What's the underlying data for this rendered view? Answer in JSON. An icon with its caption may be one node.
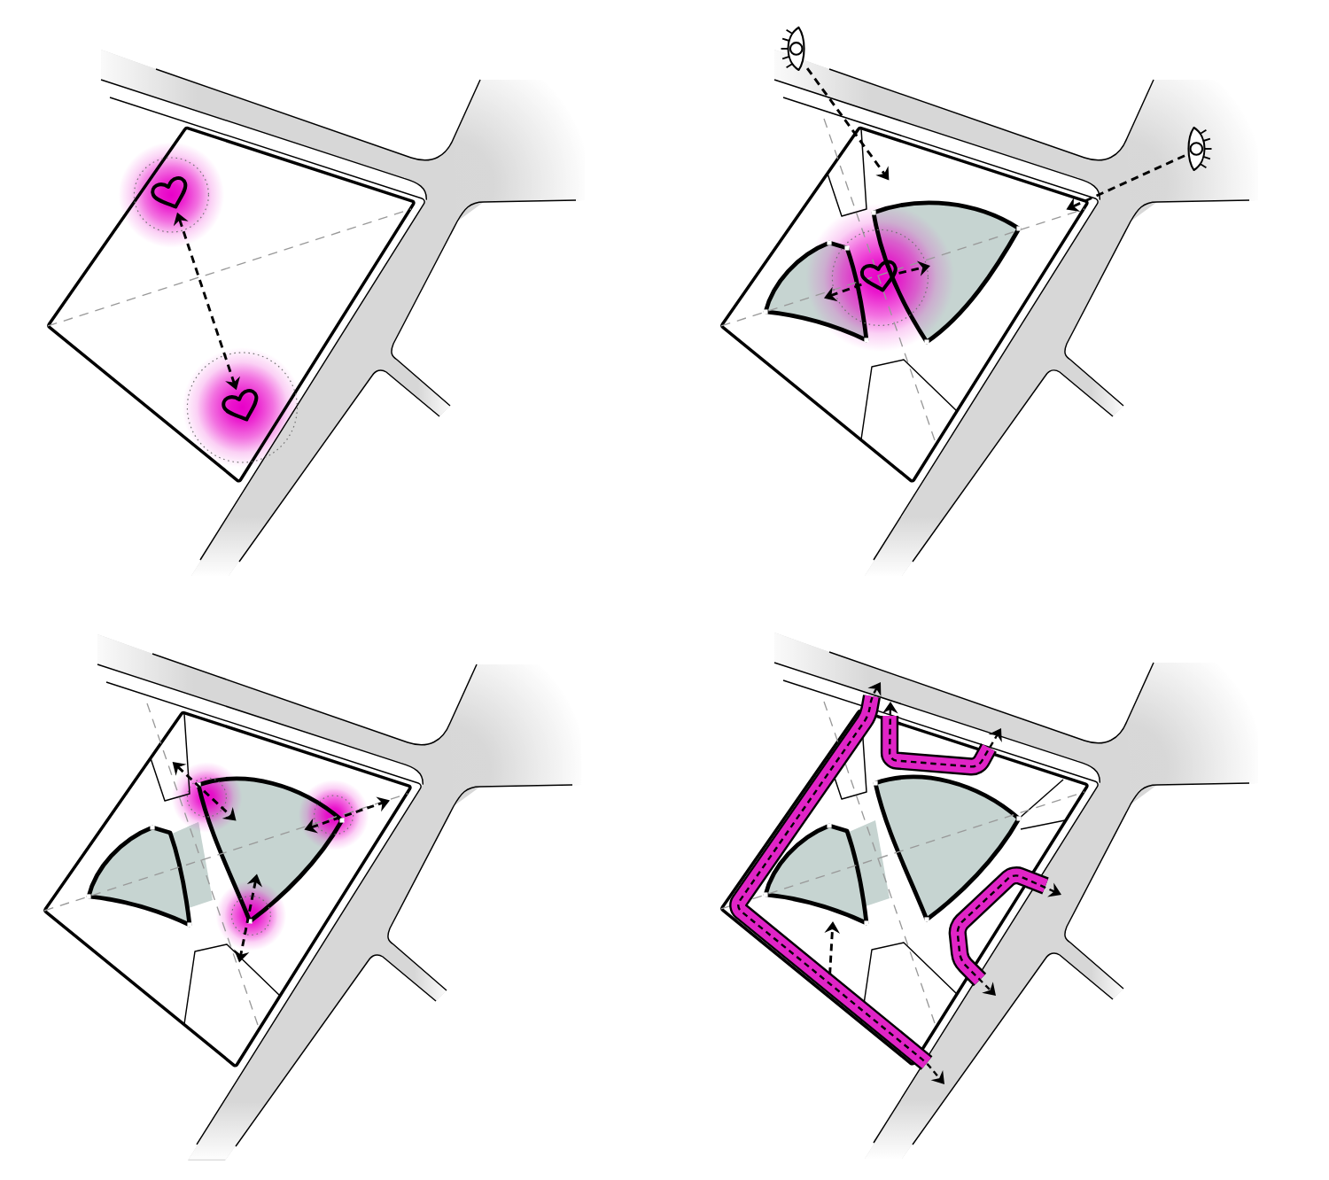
{
  "diagram": {
    "nodes": [
      {
        "text": [],
        "shape": "heart"
      },
      {
        "text": [],
        "shape": "heart"
      },
      {
        "text": [],
        "shape": "eye"
      },
      {
        "text": [],
        "shape": "eye"
      },
      {
        "text": [],
        "shape": "heart"
      }
    ],
    "edges": [
      {
        "from": 0,
        "to": 1,
        "arrow": "both",
        "style": "dashed"
      },
      {
        "from": 2,
        "to": null,
        "arrow": "to",
        "style": "dashed"
      },
      {
        "from": 3,
        "to": null,
        "arrow": "to",
        "style": "dashed"
      },
      {
        "from": 4,
        "to": null,
        "arrow": "to",
        "style": "dashed"
      },
      {
        "from": 4,
        "to": null,
        "arrow": "to",
        "style": "dashed"
      }
    ]
  }
}
